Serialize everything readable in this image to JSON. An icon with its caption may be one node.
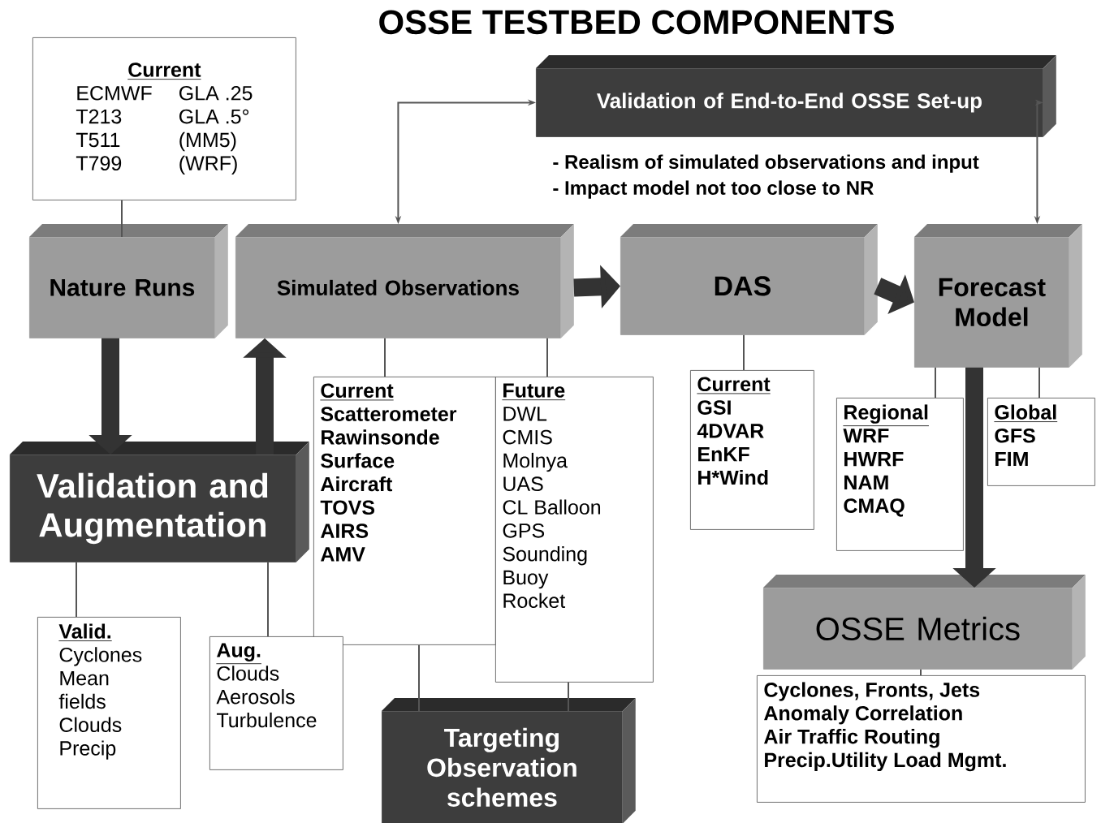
{
  "diagram": {
    "title": "OSSE TESTBED COMPONENTS",
    "nodes": [
      {
        "text": [
          "Current",
          "ECMWF",
          "GLA .25",
          "T213",
          "GLA .5°",
          "T511",
          "(MM5)",
          "T799",
          "(WRF)"
        ]
      },
      {
        "text": [
          "Nature Runs"
        ]
      },
      {
        "text": [
          "Simulated Observations"
        ]
      },
      {
        "text": [
          "DAS"
        ]
      },
      {
        "text": [
          "Forecast Model"
        ]
      },
      {
        "text": [
          "Validation of End-to-End OSSE Set-up"
        ]
      },
      {
        "text": [
          "Validation and Augmentation"
        ]
      },
      {
        "text": [
          "Current",
          "Scatterometer",
          "Rawinsonde",
          "Surface",
          "Aircraft",
          "TOVS",
          "AIRS",
          "AMV"
        ]
      },
      {
        "text": [
          "Future",
          "DWL",
          "CMIS",
          "Molnya",
          "UAS",
          "CL Balloon",
          "GPS",
          "Sounding",
          "Buoy",
          "Rocket"
        ]
      },
      {
        "text": [
          "Current",
          "GSI",
          "4DVAR",
          "EnKF",
          "H*Wind"
        ]
      },
      {
        "text": [
          "Regional",
          "WRF",
          "HWRF",
          "NAM",
          "CMAQ"
        ]
      },
      {
        "text": [
          "Global",
          "GFS",
          "FIM"
        ]
      },
      {
        "text": [
          "OSSE Metrics"
        ]
      },
      {
        "text": [
          "Cyclones, Fronts, Jets",
          "Anomaly Correlation",
          "Air Traffic Routing",
          "Precip.Utility Load Mgmt."
        ]
      },
      {
        "text": [
          "Valid.",
          "Cyclones",
          "Mean fields",
          "Clouds",
          "Precip"
        ]
      },
      {
        "text": [
          "Aug.",
          "Clouds",
          "Aerosols",
          "Turbulence"
        ]
      },
      {
        "text": [
          "Targeting Observation schemes"
        ]
      }
    ],
    "edges": [
      {
        "from": 0,
        "to": 1,
        "arrow": "none"
      },
      {
        "from": 5,
        "to": 2,
        "arrow": "both"
      },
      {
        "from": 5,
        "to": 4,
        "arrow": "both"
      },
      {
        "from": 1,
        "to": 6,
        "arrow": "to",
        "style": "thick",
        "color": "#333333"
      },
      {
        "from": 6,
        "to": 2,
        "arrow": "to",
        "style": "thick",
        "color": "#333333"
      },
      {
        "from": 2,
        "to": 3,
        "arrow": "to",
        "style": "thick",
        "color": "#333333"
      },
      {
        "from": 3,
        "to": 4,
        "arrow": "to",
        "style": "thick",
        "color": "#333333"
      },
      {
        "from": 4,
        "to": 12,
        "arrow": "to",
        "style": "thick",
        "color": "#333333"
      },
      {
        "from": 2,
        "to": 7,
        "arrow": "none"
      },
      {
        "from": 2,
        "to": 8,
        "arrow": "none"
      },
      {
        "from": 3,
        "to": 9,
        "arrow": "none"
      },
      {
        "from": 4,
        "to": 10,
        "arrow": "none"
      },
      {
        "from": 4,
        "to": 11,
        "arrow": "none"
      },
      {
        "from": 12,
        "to": 13,
        "arrow": "none"
      },
      {
        "from": 6,
        "to": 14,
        "arrow": "none"
      },
      {
        "from": 6,
        "to": 15,
        "arrow": "none"
      },
      {
        "from": 7,
        "to": 16,
        "arrow": "none"
      },
      {
        "from": 8,
        "to": 16,
        "arrow": "none"
      }
    ],
    "labels": [
      "- Realism of simulated observations and input",
      "- Impact model not too close to NR"
    ]
  }
}
